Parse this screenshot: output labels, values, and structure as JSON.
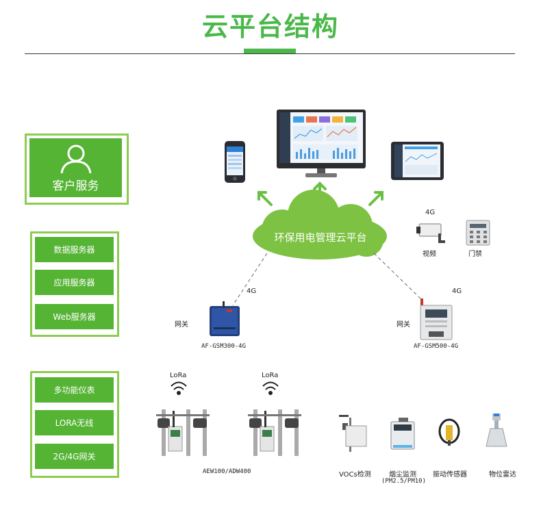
{
  "header": {
    "title": "云平台结构"
  },
  "customer": {
    "label": "客户服务",
    "icon": "user-icon"
  },
  "servers": [
    "数据服务器",
    "应用服务器",
    "Web服务器"
  ],
  "devices": [
    "多功能仪表",
    "LORA无线",
    "2G/4G网关"
  ],
  "cloud": {
    "label": "环保用电管理云平台"
  },
  "network": {
    "left_gateway": {
      "label": "网关",
      "link": "4G",
      "model": "AF-GSM300-4G"
    },
    "right_gateway": {
      "label": "网关",
      "link": "4G",
      "model": "AF-GSM500-4G"
    },
    "video_link": "4G",
    "video_label": "视频",
    "door_label": "门禁"
  },
  "meters": {
    "lora_label_1": "LoRa",
    "lora_label_2": "LoRa",
    "model": "AEW100/ADW400"
  },
  "sensors": {
    "vocs": "VOCs检测",
    "smoke": "烟尘监测",
    "smoke_sub": "(PM2.5/PM10)",
    "vibration": "振动传感器",
    "radar": "物位雷达"
  },
  "colors": {
    "green": "#56b435",
    "title_green": "#4ab84a",
    "frame_green": "#8ccc50",
    "cloud_green": "#7dc243"
  }
}
